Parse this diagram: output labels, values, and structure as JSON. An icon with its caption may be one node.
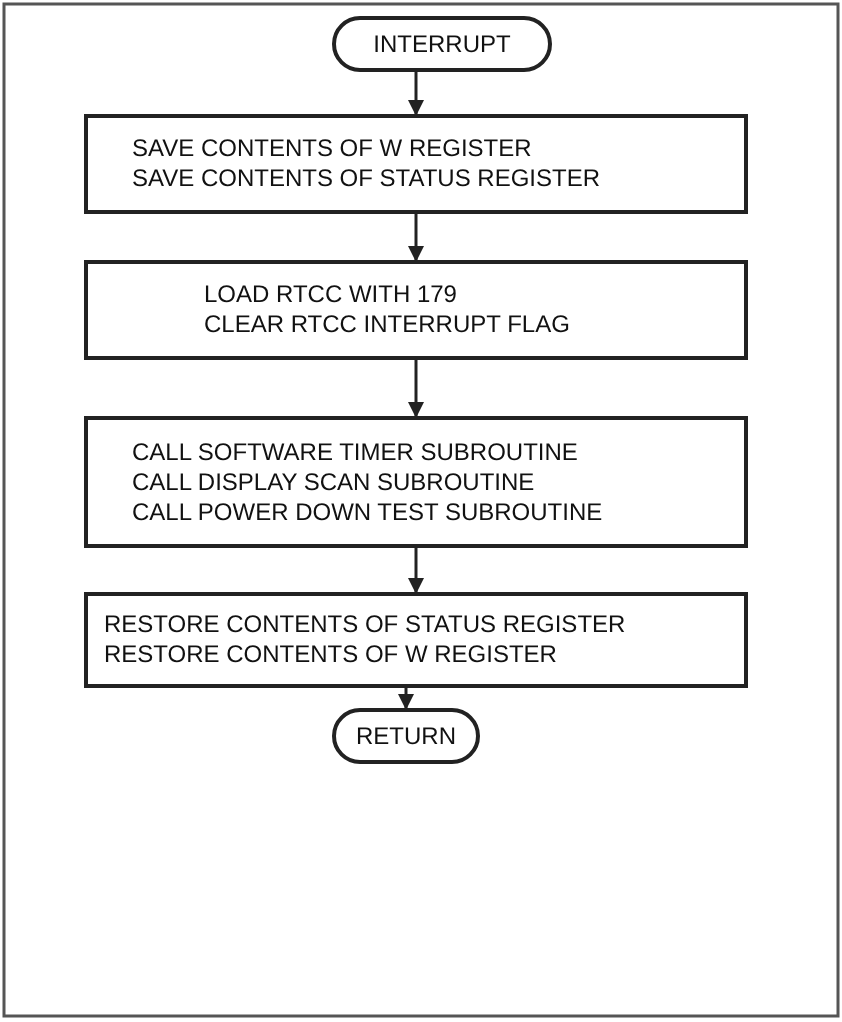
{
  "diagram": {
    "nodes": [
      {
        "text": [
          "INTERRUPT"
        ]
      },
      {
        "text": [
          "SAVE CONTENTS OF W REGISTER",
          "SAVE CONTENTS OF STATUS REGISTER"
        ]
      },
      {
        "text": [
          "LOAD RTCC WITH 179",
          "CLEAR RTCC INTERRUPT FLAG"
        ]
      },
      {
        "text": [
          "CALL SOFTWARE TIMER SUBROUTINE",
          "CALL DISPLAY SCAN SUBROUTINE",
          "CALL POWER DOWN TEST SUBROUTINE"
        ]
      },
      {
        "text": [
          "RESTORE CONTENTS OF STATUS REGISTER",
          "RESTORE CONTENTS OF W REGISTER"
        ]
      },
      {
        "text": [
          "RETURN"
        ]
      }
    ],
    "edges": [
      {
        "from": 0,
        "to": 1,
        "arrow": "to"
      },
      {
        "from": 1,
        "to": 2,
        "arrow": "to"
      },
      {
        "from": 2,
        "to": 3,
        "arrow": "to"
      },
      {
        "from": 3,
        "to": 4,
        "arrow": "to"
      },
      {
        "from": 4,
        "to": 5,
        "arrow": "to"
      }
    ]
  }
}
